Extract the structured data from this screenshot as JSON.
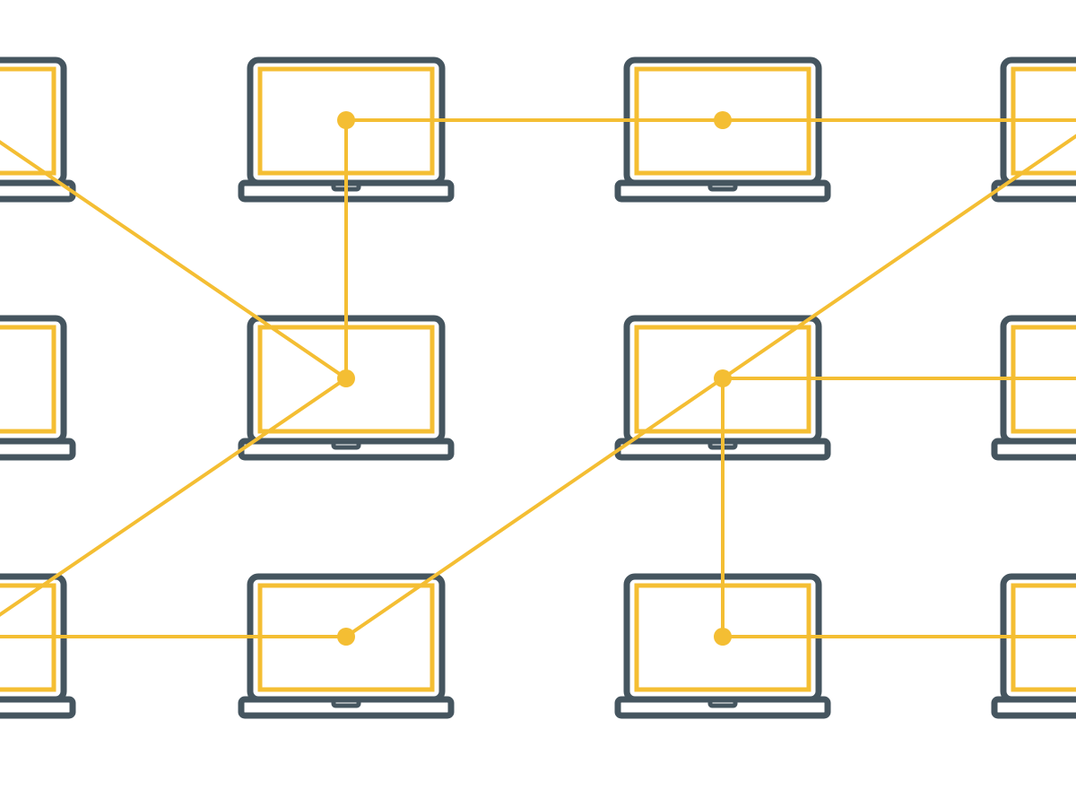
{
  "colors": {
    "background": "#ffffff",
    "outline": "#45555f",
    "accent": "#f4be33"
  },
  "icon": "laptop-icon",
  "grid": {
    "columns": 4,
    "rows": 3
  },
  "nodes": [
    {
      "id": "n-0-0",
      "column": 0,
      "row": 0
    },
    {
      "id": "n-1-0",
      "column": 1,
      "row": 0
    },
    {
      "id": "n-2-0",
      "column": 2,
      "row": 0
    },
    {
      "id": "n-3-0",
      "column": 3,
      "row": 0
    },
    {
      "id": "n-0-1",
      "column": 0,
      "row": 1
    },
    {
      "id": "n-1-1",
      "column": 1,
      "row": 1
    },
    {
      "id": "n-2-1",
      "column": 2,
      "row": 1
    },
    {
      "id": "n-3-1",
      "column": 3,
      "row": 1
    },
    {
      "id": "n-0-2",
      "column": 0,
      "row": 2
    },
    {
      "id": "n-1-2",
      "column": 1,
      "row": 2
    },
    {
      "id": "n-2-2",
      "column": 2,
      "row": 2
    },
    {
      "id": "n-3-2",
      "column": 3,
      "row": 2
    }
  ],
  "hubs": [
    "n-1-0",
    "n-2-0",
    "n-1-1",
    "n-2-1",
    "n-1-2",
    "n-2-2"
  ],
  "links": [
    {
      "from": "n-1-0",
      "to": "n-2-0"
    },
    {
      "from": "n-2-0",
      "to": "n-3-0"
    },
    {
      "from": "n-1-0",
      "to": "n-1-1"
    },
    {
      "from": "n-0-0",
      "to": "n-1-1"
    },
    {
      "from": "n-1-1",
      "to": "n-0-2"
    },
    {
      "from": "n-0-2",
      "to": "n-1-2"
    },
    {
      "from": "n-1-2",
      "to": "n-2-1"
    },
    {
      "from": "n-2-1",
      "to": "n-3-0"
    },
    {
      "from": "n-2-1",
      "to": "n-3-1"
    },
    {
      "from": "n-2-1",
      "to": "n-2-2"
    },
    {
      "from": "n-2-2",
      "to": "n-3-2"
    }
  ]
}
